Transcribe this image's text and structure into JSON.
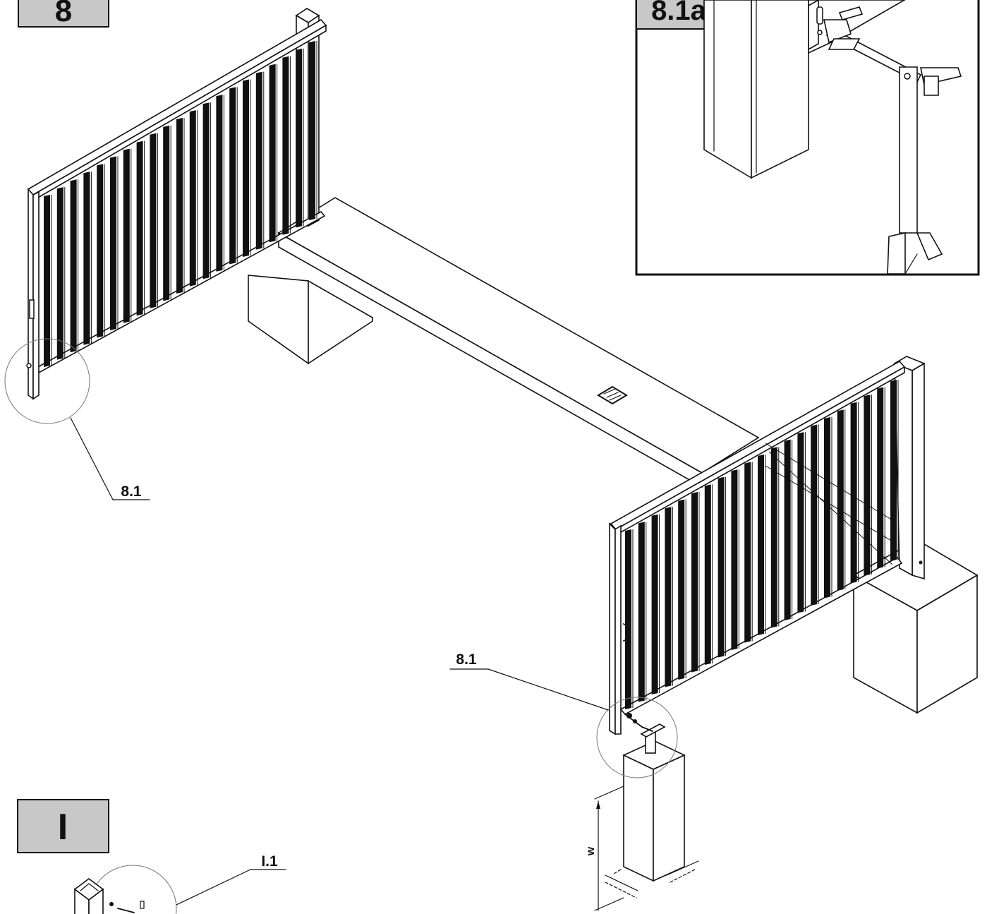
{
  "step_label": "8",
  "detail": {
    "label": "8.1a"
  },
  "callouts": [
    {
      "id": "left",
      "label": "8.1"
    },
    {
      "id": "right",
      "label": "8.1"
    },
    {
      "id": "next",
      "label": "I.1"
    }
  ],
  "next_step_label": "I",
  "dimension_label": "w",
  "colors": {
    "label_box_fill": "#c8c8c8",
    "line": "#111111",
    "background": "#ffffff"
  }
}
